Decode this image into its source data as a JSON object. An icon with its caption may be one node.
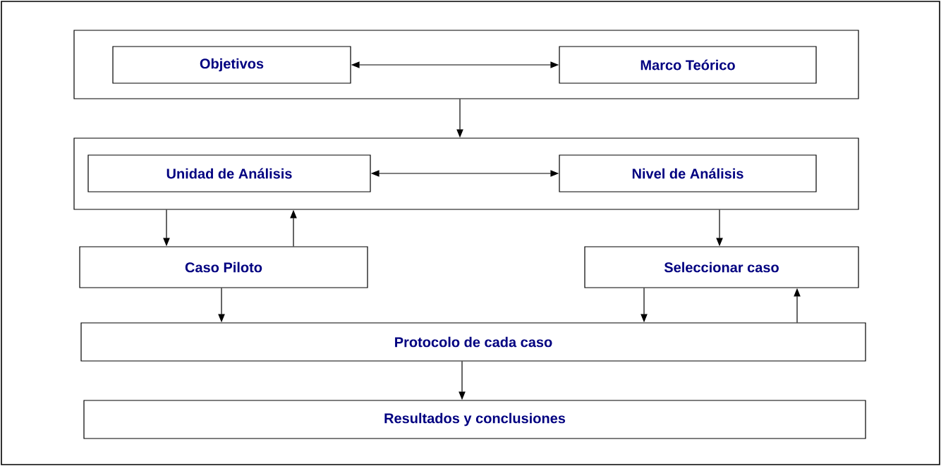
{
  "diagram": {
    "nodes": [
      {
        "text": [],
        "shape": "box"
      },
      {
        "text": [
          "Objetivos"
        ],
        "in": 0
      },
      {
        "text": [
          "Marco Teórico"
        ],
        "in": 0
      },
      {
        "text": [],
        "shape": "box"
      },
      {
        "text": [
          "Unidad de Análisis"
        ],
        "in": 3
      },
      {
        "text": [
          "Nivel de Análisis"
        ],
        "in": 3
      },
      {
        "text": [
          "Caso Piloto"
        ]
      },
      {
        "text": [
          "Seleccionar caso"
        ]
      },
      {
        "text": [
          "Protocolo de cada caso"
        ]
      },
      {
        "text": [
          "Resultados y conclusiones"
        ]
      }
    ],
    "edges": [
      {
        "from": 1,
        "to": 2,
        "arrow": "both"
      },
      {
        "from": 0,
        "to": 3,
        "arrow": "to"
      },
      {
        "from": 4,
        "to": 5,
        "arrow": "both"
      },
      {
        "from": 3,
        "to": 6,
        "arrow": "to"
      },
      {
        "from": 6,
        "to": 3,
        "arrow": "to"
      },
      {
        "from": 3,
        "to": 7,
        "arrow": "to"
      },
      {
        "from": 6,
        "to": 8,
        "arrow": "to"
      },
      {
        "from": 7,
        "to": 8,
        "arrow": "to"
      },
      {
        "from": 8,
        "to": 7,
        "arrow": "to"
      },
      {
        "from": 8,
        "to": 9,
        "arrow": "to"
      }
    ]
  }
}
